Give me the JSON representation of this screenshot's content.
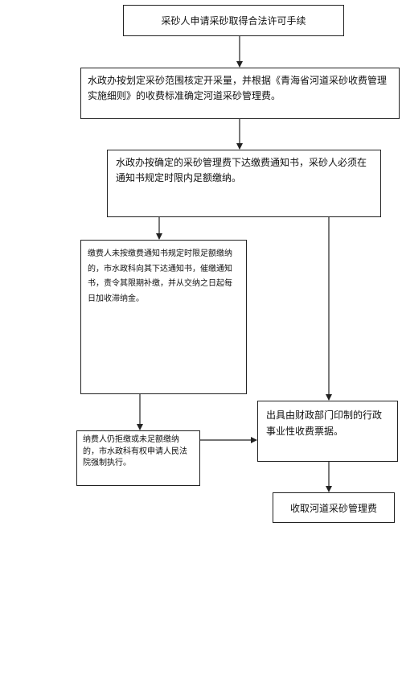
{
  "flowchart": {
    "step_apply": "采砂人申请采砂取得合法许可手续",
    "step_determine_fee": "水政办按划定采砂范围核定开采量，并根据《青海省河道采砂收费管理实施细则》的收费标准确定河道采砂管理费。",
    "step_notice": "水政办按确定的采砂管理费下达缴费通知书，采砂人必须在通知书规定时限内足额缴纳。",
    "step_overdue": "缴费人未按缴费通知书规定时限足额缴纳的，市水政科向其下达通知书，催缴通知书，责令其限期补缴，并从交纳之日起每日加收滞纳金。",
    "step_enforce": "纳费人仍拒缴或未足额缴纳的，市水政科有权申请人民法院强制执行。",
    "step_receipt": "出具由财政部门印制的行政事业性收费票据。",
    "step_collect": "收取河道采砂管理费"
  }
}
